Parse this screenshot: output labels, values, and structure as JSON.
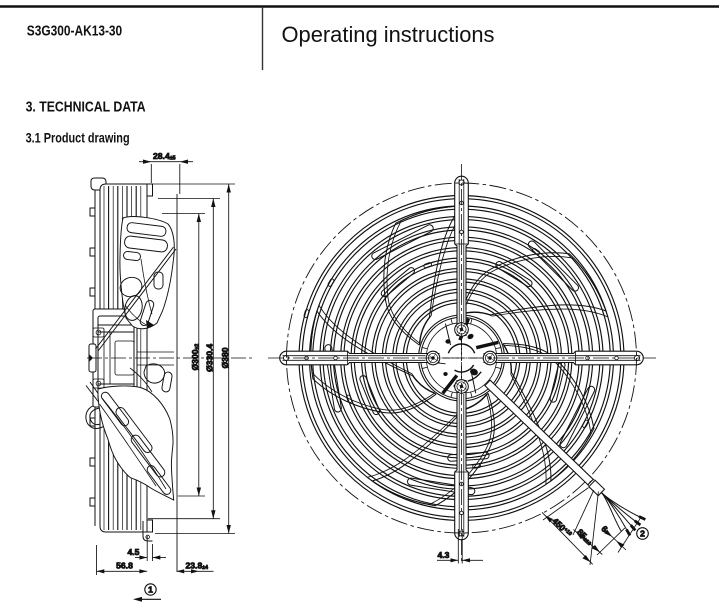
{
  "header": {
    "product_code": "S3G300-AK13-30",
    "doc_title": "Operating instructions"
  },
  "section": {
    "title": "3. TECHNICAL DATA",
    "subsection": "3.1 Product drawing"
  },
  "side_view": {
    "dim_depth_top": "28.4",
    "dim_depth_top_tol": "±5",
    "dim_d300": "Ø300",
    "dim_d300_tol": "±2",
    "dim_d330": "Ø330.4",
    "dim_d380": "Ø380",
    "dim_foot": "4.5",
    "dim_depth_total": "56.8",
    "dim_depth_rear": "23.8",
    "dim_depth_rear_tol": "±4",
    "callout_airflow": "1"
  },
  "front_view": {
    "dim_tab_offset": "4.3",
    "dim_cable_length": "450",
    "dim_cable_length_tol": "+10",
    "dim_wire_length": "85",
    "dim_wire_length_tol": "±10",
    "dim_strip_length": "6",
    "callout_cable": "2"
  },
  "colors": {
    "ink": "#111111",
    "paper": "#ffffff"
  }
}
